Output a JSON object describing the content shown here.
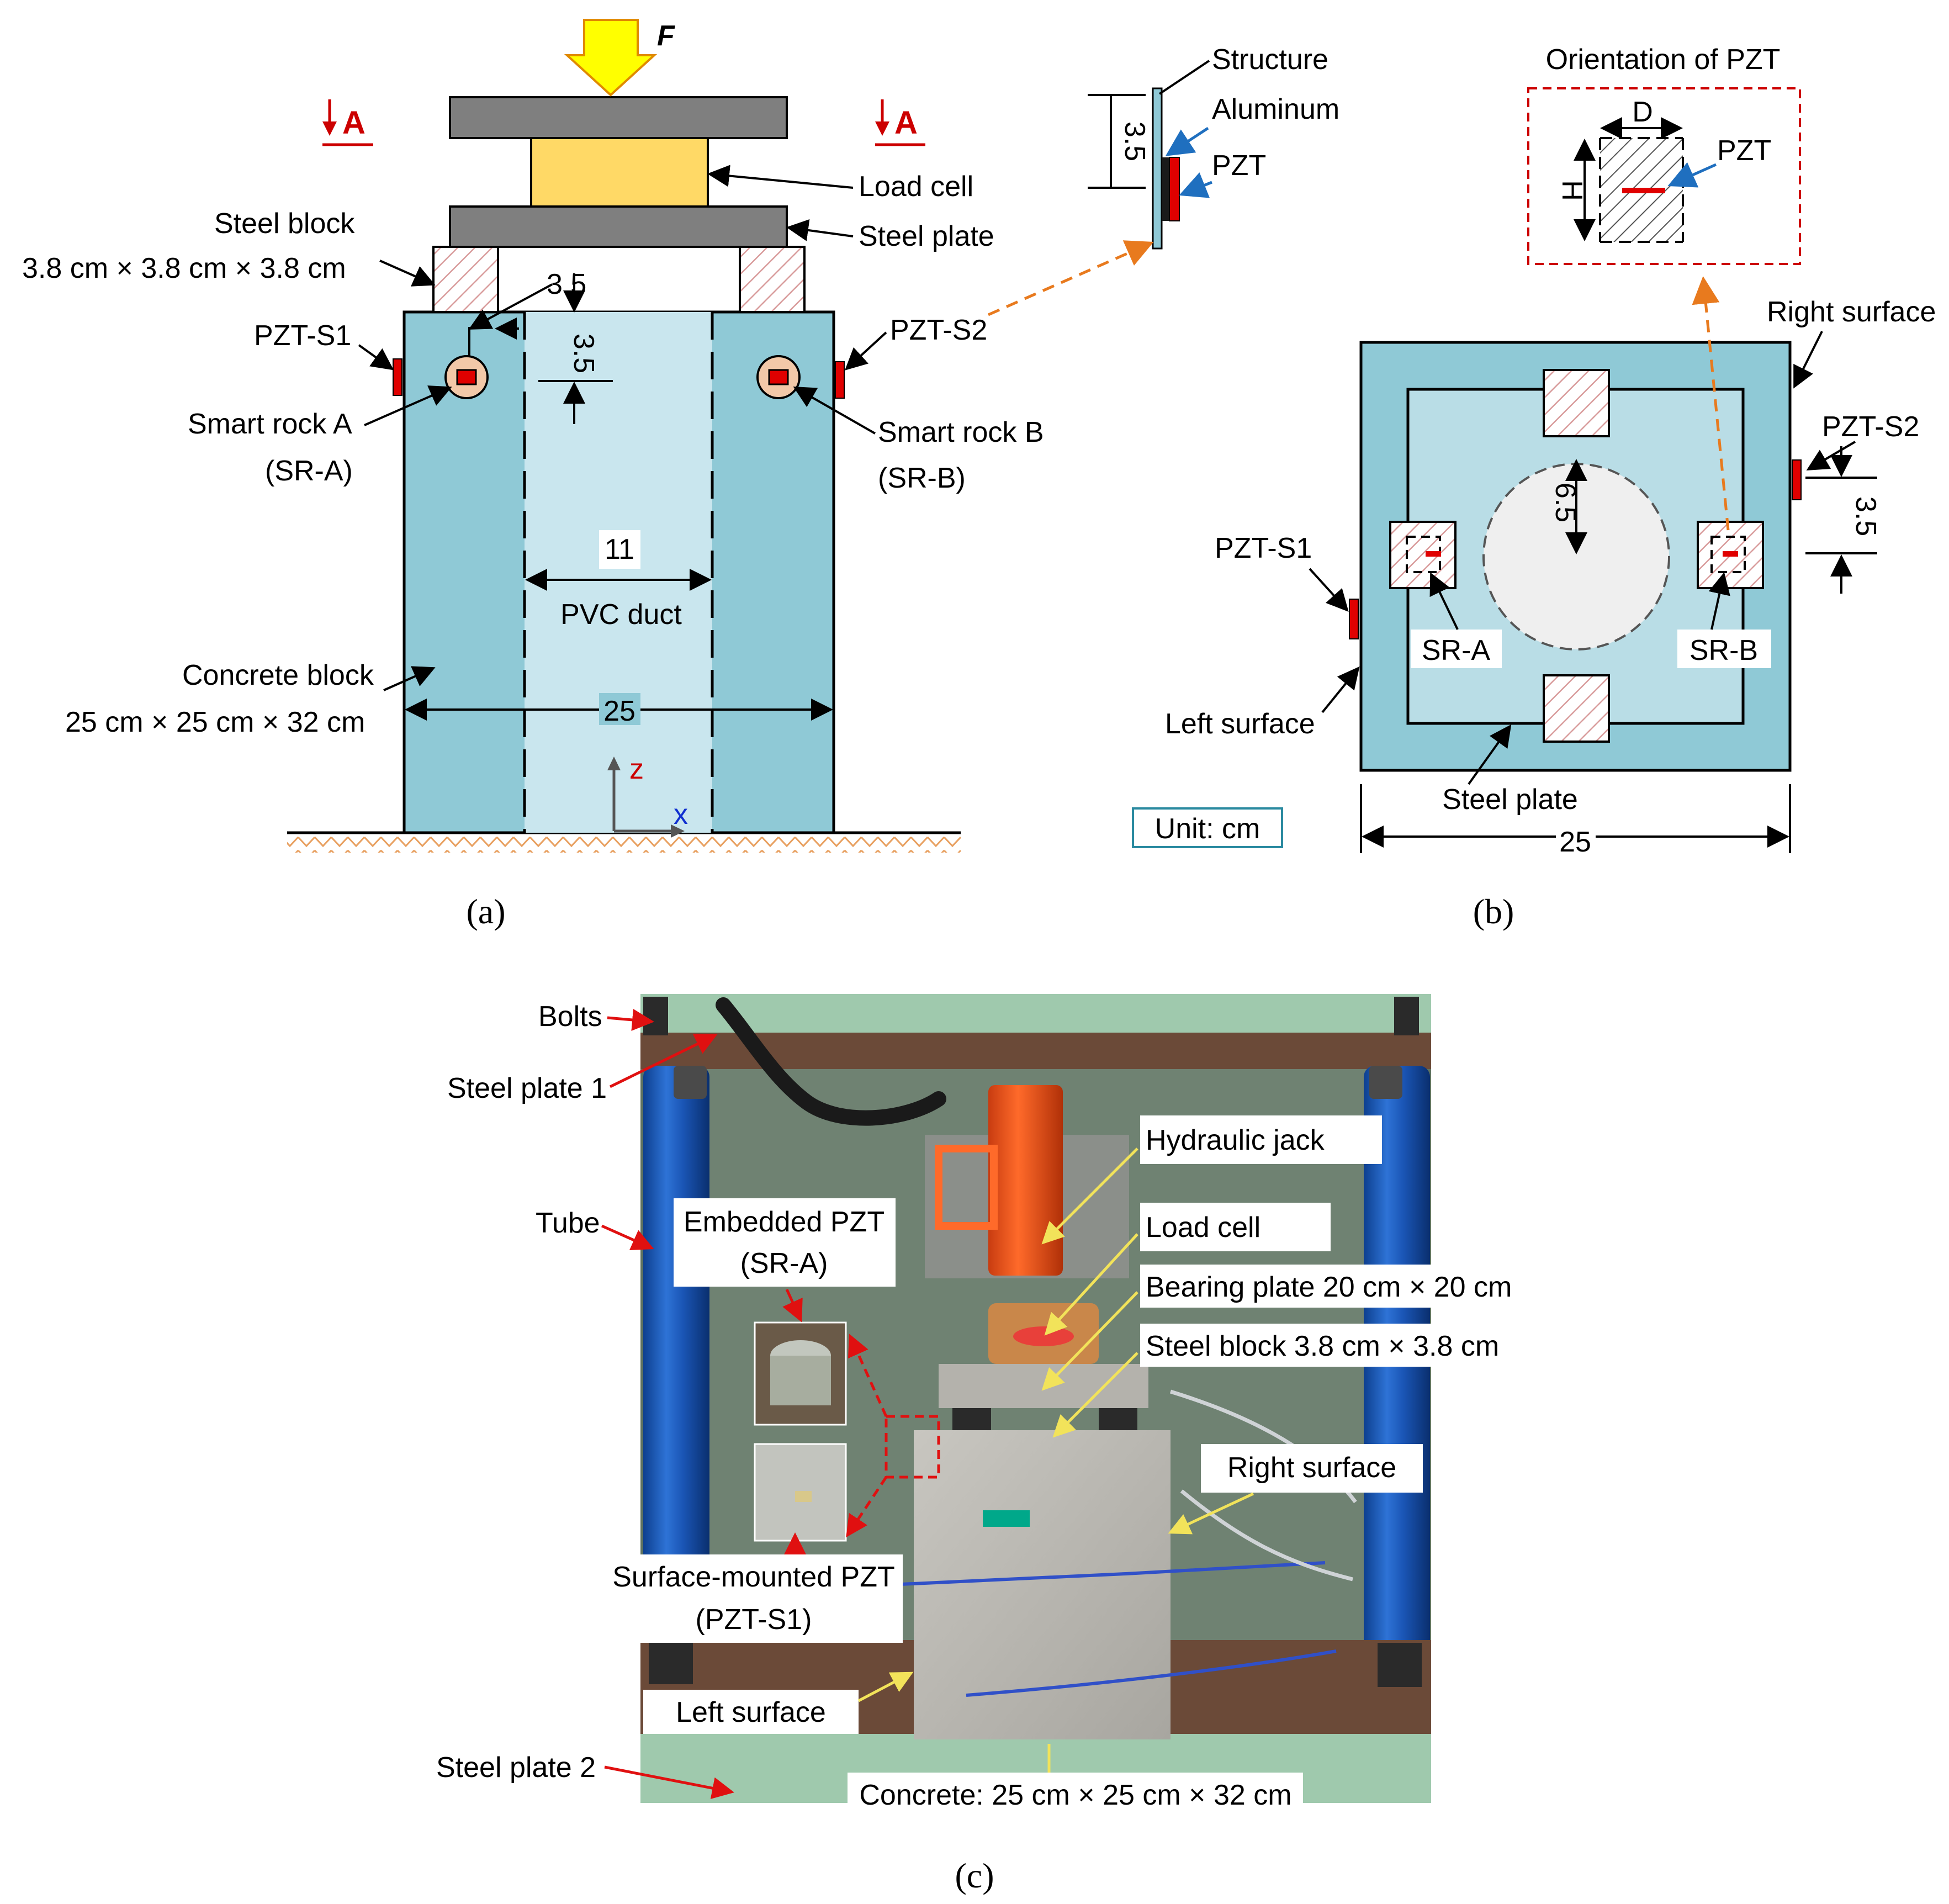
{
  "panel_a": {
    "caption": "(a)",
    "force_label": "F",
    "section_marks": [
      "A",
      "A"
    ],
    "load_cell": "Load cell",
    "steel_plate": "Steel plate",
    "steel_block_title": "Steel block",
    "steel_block_dims": "3.8 cm × 3.8 cm × 3.8 cm",
    "dim_top": "3.5",
    "dim_depth": "3.5",
    "pzt_s1": "PZT-S1",
    "pzt_s2": "PZT-S2",
    "smart_rock_a": "Smart rock A",
    "smart_rock_a_abbr": "(SR-A)",
    "smart_rock_b": "Smart rock B",
    "smart_rock_b_abbr": "(SR-B)",
    "duct_width": "11",
    "pvc_duct": "PVC duct",
    "concrete_title": "Concrete block",
    "concrete_dims": "25 cm × 25 cm × 32 cm",
    "width": "25",
    "axis_z": "z",
    "axis_x": "x"
  },
  "inset_detail": {
    "structure": "Structure",
    "aluminum": "Aluminum",
    "pzt": "PZT",
    "dim": "3.5"
  },
  "orientation_box": {
    "title": "Orientation of PZT",
    "d": "D",
    "h": "H",
    "pzt": "PZT"
  },
  "panel_b": {
    "caption": "(b)",
    "right_surface": "Right surface",
    "left_surface": "Left surface",
    "pzt_s1": "PZT-S1",
    "pzt_s2": "PZT-S2",
    "radius": "6.5",
    "dim_side": "3.5",
    "sr_a": "SR-A",
    "sr_b": "SR-B",
    "steel_plate": "Steel plate",
    "unit": "Unit: cm",
    "width": "25"
  },
  "panel_c": {
    "caption": "(c)",
    "bolts": "Bolts",
    "steel_plate_1": "Steel plate 1",
    "tube": "Tube",
    "embedded_pzt": "Embedded PZT",
    "embedded_pzt_abbr": "(SR-A)",
    "surface_pzt": "Surface-mounted PZT",
    "surface_pzt_abbr": "(PZT-S1)",
    "left_surface": "Left surface",
    "steel_plate_2": "Steel plate 2",
    "hydraulic_jack": "Hydraulic jack",
    "load_cell": "Load cell",
    "bearing_plate": "Bearing plate 20 cm × 20 cm",
    "steel_block": "Steel block 3.8 cm × 3.8 cm",
    "right_surface": "Right surface",
    "concrete": "Concrete: 25 cm × 25 cm × 32 cm"
  },
  "colors": {
    "concrete": "#8fc9d6",
    "duct": "#c9e6ee",
    "steel": "#7f7f7f",
    "load_cell": "#ffd966",
    "pzt": "#e00000",
    "arrow_orange": "#e87a1e",
    "arrow_blue": "#1f6fbf",
    "photo_label_arrow_red": "#e01010",
    "photo_label_arrow_yellow": "#f2e35a"
  }
}
